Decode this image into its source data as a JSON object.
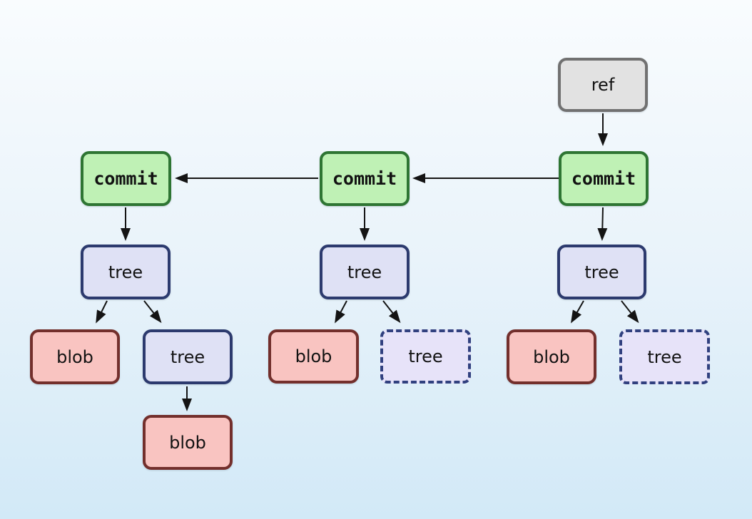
{
  "diagram": {
    "nodes": {
      "ref": {
        "label": "ref",
        "type": "ref"
      },
      "commit_left": {
        "label": "commit",
        "type": "commit"
      },
      "commit_middle": {
        "label": "commit",
        "type": "commit"
      },
      "commit_right": {
        "label": "commit",
        "type": "commit"
      },
      "tree_left": {
        "label": "tree",
        "type": "tree"
      },
      "tree_middle": {
        "label": "tree",
        "type": "tree"
      },
      "tree_right": {
        "label": "tree",
        "type": "tree"
      },
      "blob_left": {
        "label": "blob",
        "type": "blob"
      },
      "subtree_left": {
        "label": "tree",
        "type": "tree"
      },
      "blob_middle": {
        "label": "blob",
        "type": "blob"
      },
      "subtree_middle": {
        "label": "tree",
        "type": "tree",
        "style": "dashed"
      },
      "blob_right": {
        "label": "blob",
        "type": "blob"
      },
      "subtree_right": {
        "label": "tree",
        "type": "tree",
        "style": "dashed"
      },
      "blob_bottom": {
        "label": "blob",
        "type": "blob"
      }
    },
    "edges": [
      {
        "from": "ref",
        "to": "commit_right"
      },
      {
        "from": "commit_right",
        "to": "commit_middle"
      },
      {
        "from": "commit_middle",
        "to": "commit_left"
      },
      {
        "from": "commit_left",
        "to": "tree_left"
      },
      {
        "from": "commit_middle",
        "to": "tree_middle"
      },
      {
        "from": "commit_right",
        "to": "tree_right"
      },
      {
        "from": "tree_left",
        "to": "blob_left"
      },
      {
        "from": "tree_left",
        "to": "subtree_left"
      },
      {
        "from": "tree_middle",
        "to": "blob_middle"
      },
      {
        "from": "tree_middle",
        "to": "subtree_middle"
      },
      {
        "from": "tree_right",
        "to": "blob_right"
      },
      {
        "from": "tree_right",
        "to": "subtree_right"
      },
      {
        "from": "subtree_left",
        "to": "blob_bottom"
      }
    ],
    "colors": {
      "arrow_color": "#141414",
      "bg_top": "#f9fcfe",
      "bg_bottom": "#d2e9f7",
      "label_color": "#121212",
      "commit_fill": "#bff1b5",
      "commit_border": "#2e7533",
      "tree_fill": "#dfe1f5",
      "tree_border": "#2c3a6e",
      "tree_dashed_fill": "#e7e3f9",
      "tree_dashed_border": "#31407f",
      "blob_fill": "#f9c4c1",
      "blob_border": "#732f2c",
      "ref_fill": "#e2e2e2",
      "ref_border": "#717171"
    }
  }
}
